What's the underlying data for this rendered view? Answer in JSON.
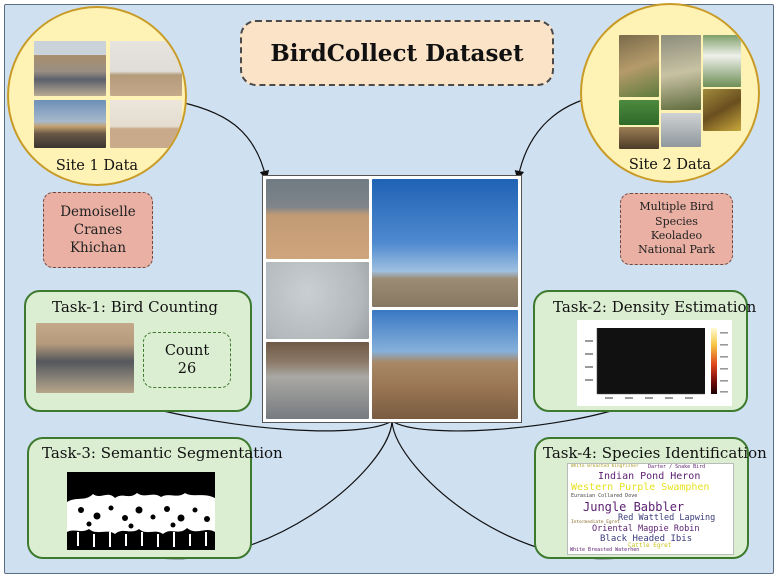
{
  "title": "BirdCollect Dataset",
  "site1": {
    "label": "Site 1 Data",
    "location": "Demoiselle\nCranes\nKhichan"
  },
  "site2": {
    "label": "Site 2 Data",
    "location": "Multiple Bird\nSpecies\nKeoladeo\nNational Park"
  },
  "task1": {
    "title": "Task-1: Bird Counting",
    "count_label": "Count",
    "count_value": "26"
  },
  "task2": {
    "title": "Task-2: Density Estimation"
  },
  "task3": {
    "title": "Task-3: Semantic Segmentation"
  },
  "task4": {
    "title": "Task-4: Species Identification",
    "wordcloud": [
      "White Breasted Kingfisher",
      "Darter / Snake Bird",
      "Indian Pond Heron",
      "Western Purple Swamphen",
      "Eurasian Collared Dove",
      "Jungle Babbler",
      "Red Wattled Lapwing",
      "Intermediate Egret",
      "Oriental Magpie Robin",
      "Black Headed Ibis",
      "Cattle Egret",
      "White Breasted Waterhen"
    ]
  },
  "colors": {
    "background": "#cfe0f1",
    "title_fill": "#fbe3c7",
    "site_fill": "#fff2b5",
    "site_border": "#c89b27",
    "note_fill": "#e9b0a3",
    "task_fill": "#dbeed2",
    "task_border": "#3d7a2e"
  }
}
